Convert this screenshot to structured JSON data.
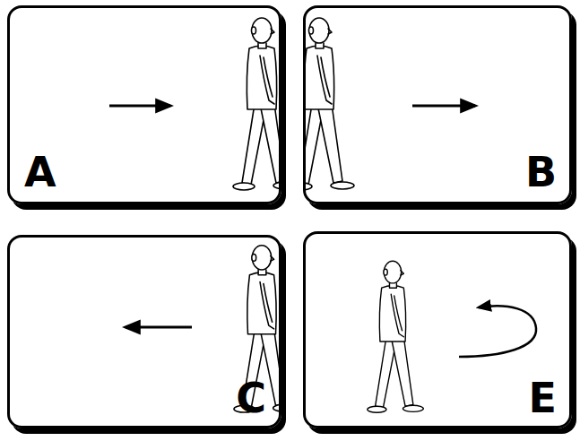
{
  "diagram": {
    "nodes": [
      {
        "text": [
          "A"
        ]
      },
      {
        "text": [
          "B"
        ]
      },
      {
        "text": [
          "C"
        ]
      },
      {
        "text": [
          "E"
        ]
      }
    ]
  }
}
